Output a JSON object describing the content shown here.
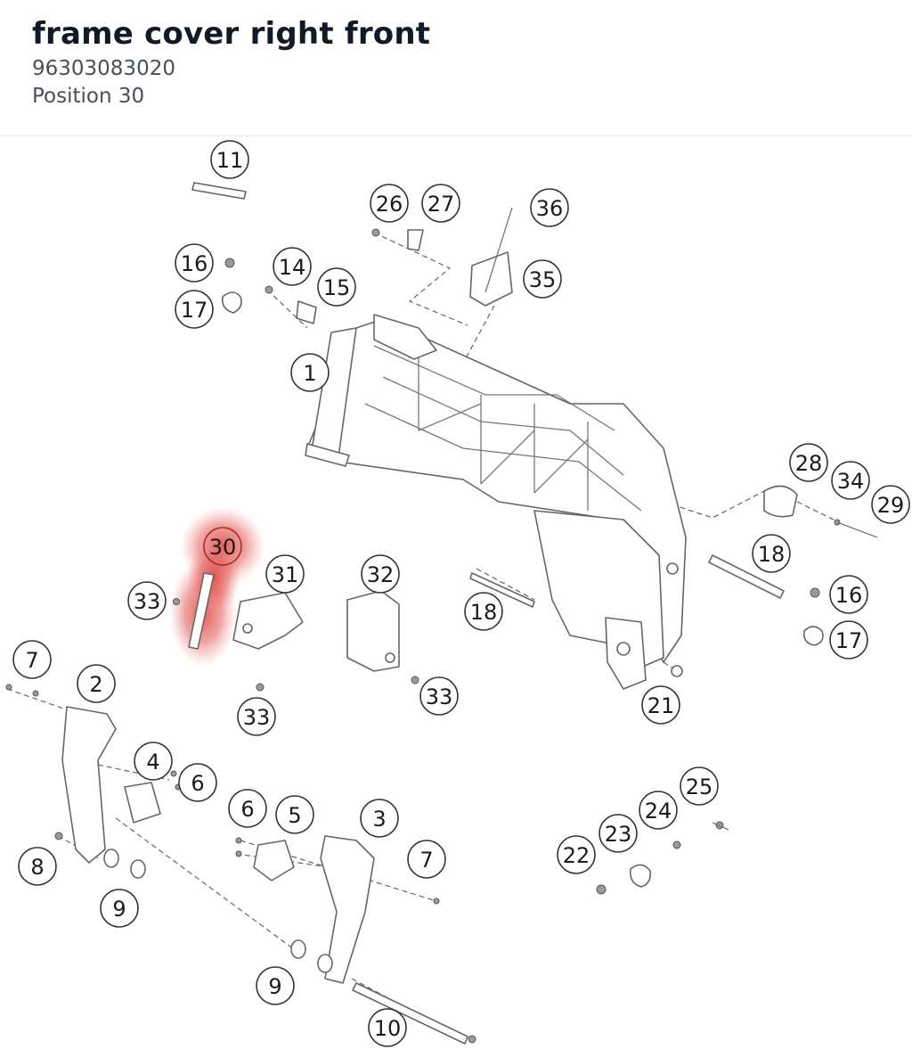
{
  "header": {
    "title": "frame cover right front",
    "part_number": "96303083020",
    "position": "Position 30"
  },
  "diagram": {
    "selected_position": "30",
    "highlight_color": "#d94a4a",
    "callouts": [
      {
        "label": "11",
        "selected": false
      },
      {
        "label": "26",
        "selected": false
      },
      {
        "label": "27",
        "selected": false
      },
      {
        "label": "36",
        "selected": false
      },
      {
        "label": "16",
        "selected": false
      },
      {
        "label": "14",
        "selected": false
      },
      {
        "label": "15",
        "selected": false
      },
      {
        "label": "35",
        "selected": false
      },
      {
        "label": "17",
        "selected": false
      },
      {
        "label": "1",
        "selected": false
      },
      {
        "label": "28",
        "selected": false
      },
      {
        "label": "34",
        "selected": false
      },
      {
        "label": "29",
        "selected": false
      },
      {
        "label": "30",
        "selected": true
      },
      {
        "label": "31",
        "selected": false
      },
      {
        "label": "32",
        "selected": false
      },
      {
        "label": "18",
        "selected": false
      },
      {
        "label": "16",
        "selected": false
      },
      {
        "label": "33",
        "selected": false
      },
      {
        "label": "18",
        "selected": false
      },
      {
        "label": "17",
        "selected": false
      },
      {
        "label": "7",
        "selected": false
      },
      {
        "label": "2",
        "selected": false
      },
      {
        "label": "33",
        "selected": false
      },
      {
        "label": "33",
        "selected": false
      },
      {
        "label": "21",
        "selected": false
      },
      {
        "label": "4",
        "selected": false
      },
      {
        "label": "6",
        "selected": false
      },
      {
        "label": "25",
        "selected": false
      },
      {
        "label": "6",
        "selected": false
      },
      {
        "label": "5",
        "selected": false
      },
      {
        "label": "3",
        "selected": false
      },
      {
        "label": "24",
        "selected": false
      },
      {
        "label": "23",
        "selected": false
      },
      {
        "label": "22",
        "selected": false
      },
      {
        "label": "7",
        "selected": false
      },
      {
        "label": "8",
        "selected": false
      },
      {
        "label": "9",
        "selected": false
      },
      {
        "label": "9",
        "selected": false
      },
      {
        "label": "10",
        "selected": false
      }
    ]
  }
}
